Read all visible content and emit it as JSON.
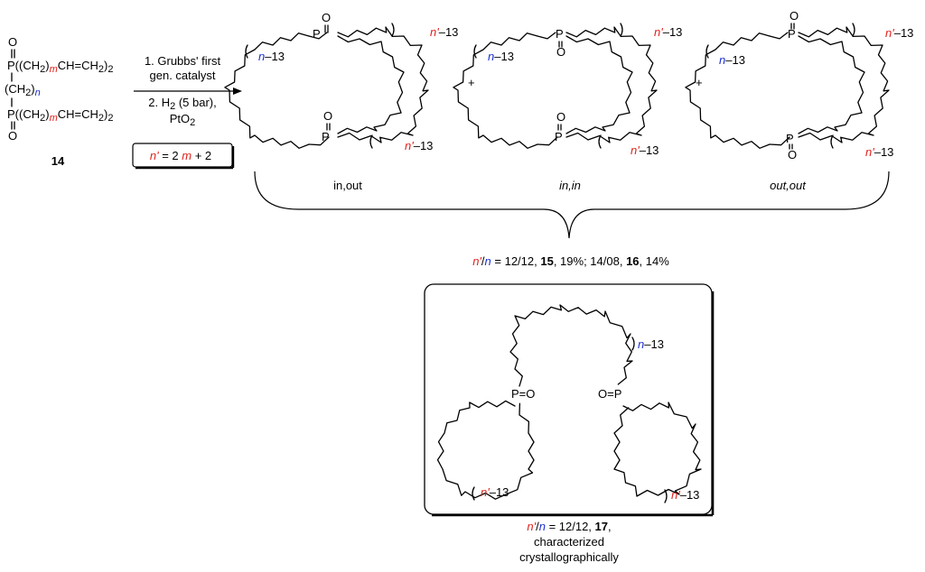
{
  "compound_labels": {
    "start": "14",
    "yield1": "15",
    "yield2": "16",
    "box": "17"
  },
  "reagents": {
    "step1_line1": "1. Grubbs' first",
    "step1_line2": "gen. catalyst",
    "step2_prefix": "2. H",
    "step2_sub": "2",
    "step2_suffix": " (5 bar),",
    "step2_line2_prefix": "PtO",
    "step2_line2_sub": "2"
  },
  "formula": {
    "n_prime": "n'",
    "eq": " = 2",
    "m": "m",
    "plus2": " + 2"
  },
  "reactant": {
    "oxygen": "O",
    "phosphorus": "P",
    "chain_prefix": "((CH",
    "chain_sub": "2",
    "chain_mid": ")",
    "m": "m",
    "chain_suffix": "CH=CH",
    "chain_suffix_sub": "2",
    "chain_close": ")",
    "chain_close_sub": "2",
    "linker_prefix": "(CH",
    "linker_sub": "2",
    "linker_close": ")",
    "n": "n"
  },
  "isomers": {
    "a": "in,out",
    "b": "in,in",
    "c": "out,out",
    "plus": "+"
  },
  "ring_labels": {
    "n": "n",
    "n_prime": "n'",
    "minus13": "–13",
    "paren": "(",
    "paren_close": ")"
  },
  "yield_line": {
    "n_prime": "n'",
    "slash": "/",
    "n": "n",
    "part1": " = 12/12, ",
    "c15": "15",
    "part2": ", 19%; 14/08, ",
    "c16": "16",
    "part3": ", 14%"
  },
  "box": {
    "po": "P=O",
    "op": "O=P",
    "caption_n_prime": "n'",
    "caption_slash": "/",
    "caption_n": "n",
    "caption_eq": " = 12/12, ",
    "caption_c17": "17",
    "caption_comma": ",",
    "caption_line2": "characterized",
    "caption_line3": "crystallographically"
  }
}
